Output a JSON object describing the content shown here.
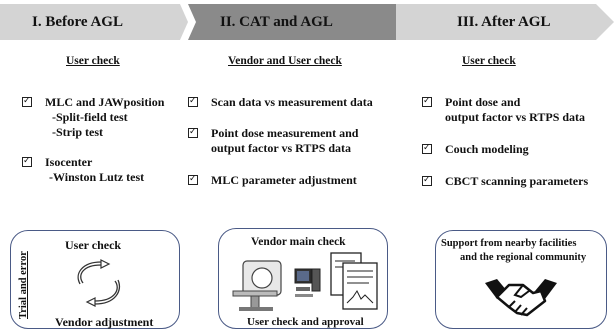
{
  "phases": [
    {
      "title": "I. Before AGL",
      "subtitle": "User check",
      "items": [
        {
          "main": "MLC and JAWposition",
          "subs": [
            "-Split-field test",
            "-Strip test"
          ]
        },
        {
          "main": "Isocenter",
          "subs": [
            "-Winston Lutz test"
          ]
        }
      ],
      "panel": {
        "side_label": "Trial and error",
        "top_text": "User check",
        "bottom_text": "Vendor adjustment",
        "icon": "cycle-arrows-icon"
      }
    },
    {
      "title": "II. CAT and AGL",
      "subtitle": "Vendor and User  check",
      "items": [
        {
          "main": "Scan data vs measurement data",
          "subs": []
        },
        {
          "main": "Point dose measurement and",
          "subs": [
            "output factor vs RTPS data"
          ]
        },
        {
          "main": "MLC parameter adjustment",
          "subs": []
        }
      ],
      "panel": {
        "top_text": "Vendor main check",
        "bottom_text": "User check  and approval",
        "icons": [
          "linac-icon",
          "computer-icon",
          "documents-icon"
        ]
      }
    },
    {
      "title": "III. After AGL",
      "subtitle": "User check",
      "items": [
        {
          "main": "Point dose and",
          "subs": [
            "output factor vs RTPS data"
          ]
        },
        {
          "main": "Couch modeling",
          "subs": []
        },
        {
          "main": "CBCT scanning parameters",
          "subs": []
        }
      ],
      "panel": {
        "top_text": "Support from nearby facilities",
        "top_text_2": "and the regional community",
        "icon": "handshake-icon"
      }
    }
  ],
  "colors": {
    "banner_light": "#d4d4d4",
    "banner_dark": "#8a8a8a",
    "panel_border": "#4a5a86"
  }
}
